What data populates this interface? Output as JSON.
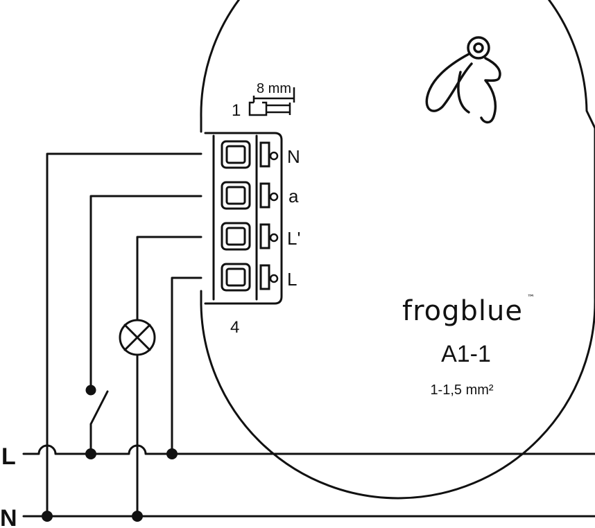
{
  "strip": {
    "length": "8 mm"
  },
  "terminals": {
    "pin_first": "1",
    "pin_last": "4",
    "labels": [
      "N",
      "a",
      "L'",
      "L"
    ]
  },
  "device": {
    "brand": "frogblue",
    "trademark": "™",
    "model": "A1-1",
    "wire_size": "1-1,5 mm²"
  },
  "mains": {
    "line": "L",
    "neutral": "N"
  },
  "colors": {
    "stroke": "#111111",
    "background": "#ffffff"
  },
  "icons": {
    "logo": "frog-icon",
    "lamp": "lamp-icon",
    "switch": "switch-icon"
  }
}
